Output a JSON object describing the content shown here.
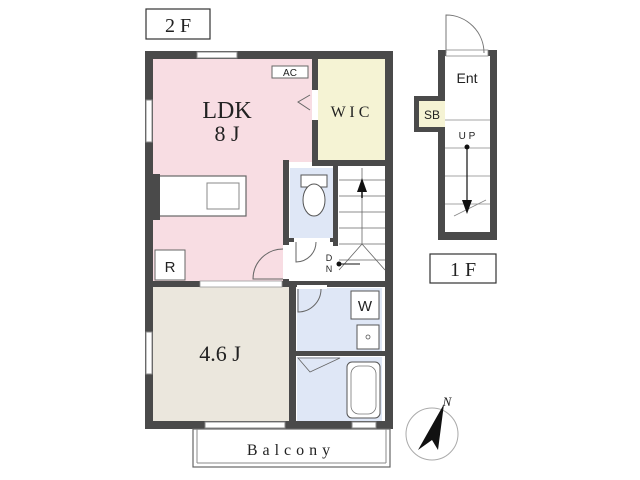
{
  "floors": {
    "upper": "2 F",
    "lower": "1 F"
  },
  "rooms": {
    "ldk_name": "LDK",
    "ldk_size": "8 J",
    "wic": "W I C",
    "ac": "AC",
    "r": "R",
    "bedroom_size": "4.6 J",
    "washer": "W",
    "balcony": "Balcony",
    "entrance": "Ent",
    "shoe_box": "SB"
  },
  "stairs": {
    "up": "U P",
    "down_d": "D",
    "down_n": "N"
  },
  "compass": {
    "north": "N"
  },
  "colors": {
    "ldk": "#f8dde3",
    "wic": "#f5f3d4",
    "bedroom": "#ebe7dd",
    "wet_area": "#dfe7f6",
    "wall": "#4a4a4a"
  }
}
